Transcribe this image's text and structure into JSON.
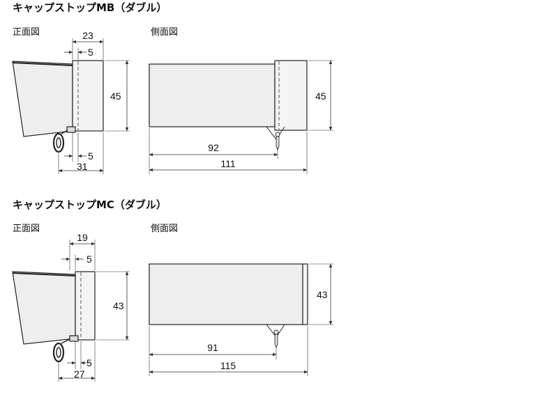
{
  "sections": [
    {
      "title": "キャップストップMB（ダブル）",
      "front_label": "正面図",
      "side_label": "側面図",
      "front_dims": {
        "width": "23",
        "inner": "5",
        "height": "45",
        "bottom_inner": "5",
        "bottom_total": "31"
      },
      "side_dims": {
        "height": "45",
        "inner": "92",
        "total": "111"
      }
    },
    {
      "title": "キャップストップMC（ダブル）",
      "front_label": "正面図",
      "side_label": "側面図",
      "front_dims": {
        "width": "19",
        "inner": "5",
        "height": "43",
        "bottom_inner": "5",
        "bottom_total": "27"
      },
      "side_dims": {
        "height": "43",
        "inner": "91",
        "total": "115"
      }
    }
  ],
  "colors": {
    "body_fill": "#eeeeee",
    "cap_fill": "#f4f4f4",
    "line": "#222222"
  }
}
